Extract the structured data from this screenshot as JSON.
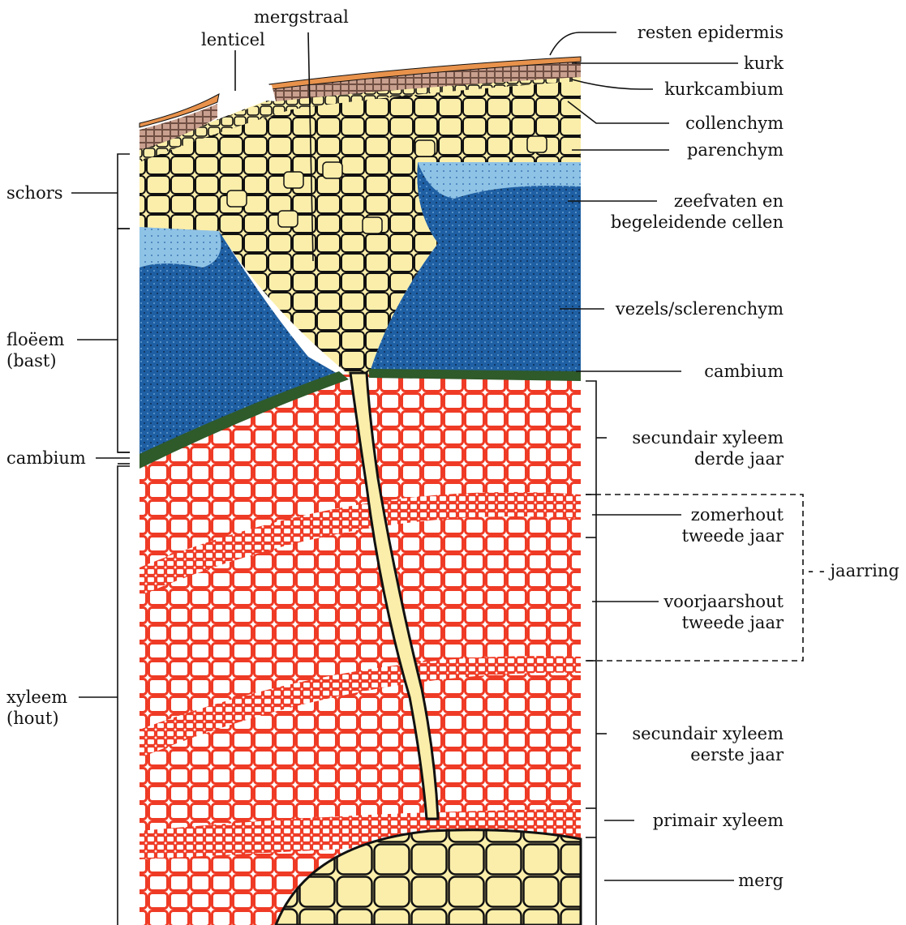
{
  "labels": {
    "mergstraal": "mergstraal",
    "lenticel": "lenticel",
    "resten_epidermis": "resten epidermis",
    "kurk": "kurk",
    "kurkcambium": "kurkcambium",
    "collenchym": "collenchym",
    "parenchym": "parenchym",
    "zeefvaten_1": "zeefvaten en",
    "zeefvaten_2": "begeleidende cellen",
    "vezels": "vezels/sclerenchym",
    "cambium_right": "cambium",
    "sec_xyleem_derde_1": "secundair xyleem",
    "sec_xyleem_derde_2": "derde jaar",
    "zomerhout_1": "zomerhout",
    "zomerhout_2": "tweede jaar",
    "voorjaarshout_1": "voorjaarshout",
    "voorjaarshout_2": "tweede jaar",
    "jaarring": "- - jaarring",
    "sec_xyleem_eerste_1": "secundair xyleem",
    "sec_xyleem_eerste_2": "eerste jaar",
    "primair_xyleem": "primair xyleem",
    "merg": "merg",
    "schors": "schors",
    "floeem_1": "floëem",
    "floeem_2": "(bast)",
    "cambium_left": "cambium",
    "xyleem_1": "xyleem",
    "xyleem_2": "(hout)"
  },
  "colors": {
    "cork": "#c9a08f",
    "epidermis": "#e8924c",
    "parenchyma": "#fbeeaa",
    "phloem_light": "#8fc3e6",
    "phloem_dark": "#1f5fa3",
    "cambium": "#2f5a2a",
    "xylem": "#ef3b26",
    "pith": "#fbeeaa",
    "cell_wall": "#111111"
  }
}
